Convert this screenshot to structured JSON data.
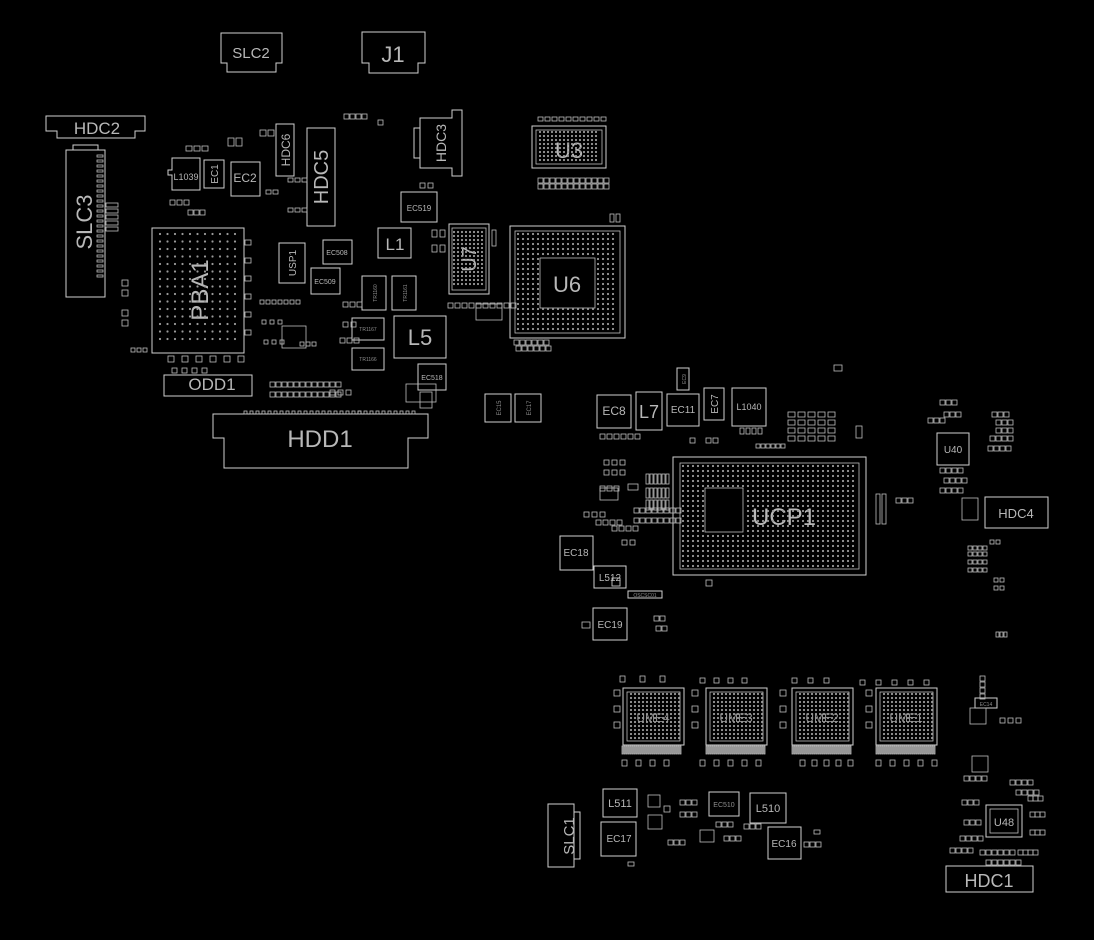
{
  "components": {
    "slc2": "SLC2",
    "j1": "J1",
    "hdc2": "HDC2",
    "slc3": "SLC3",
    "hdc6": "HDC6",
    "hdc5": "HDC5",
    "hdc3": "HDC3",
    "u3": "U3",
    "l1039": "L1039",
    "ec1": "EC1",
    "ec2": "EC2",
    "ec519": "EC519",
    "ec508": "EC508",
    "ec509": "EC509",
    "l1": "L1",
    "u7": "U7",
    "u6": "U6",
    "pba1": "PBA1",
    "usp1": "USP1",
    "l5": "L5",
    "odd1": "ODD1",
    "ec518": "EC518",
    "hdd1": "HDD1",
    "ec15": "EC15",
    "ec17a": "EC17",
    "ec8": "EC8",
    "l7": "L7",
    "ec11": "EC11",
    "ec7": "EC7",
    "l1040": "L1040",
    "ec9": "EC9",
    "u40": "U40",
    "hdc4": "HDC4",
    "ucp1": "UCP1",
    "ec18": "EC18",
    "l512": "L512",
    "ec19": "EC19",
    "ume4": "UME4",
    "ume3": "UME3",
    "ume2": "UME2",
    "ume1": "UME1",
    "l511": "L511",
    "ec510": "EC510",
    "l510": "L510",
    "slc1": "SLC1",
    "ec17": "EC17",
    "ec16": "EC16",
    "u48": "U48",
    "hdc1": "HDC1",
    "tr1": "TR1160",
    "tr2": "TR1161",
    "tr3": "TR1167",
    "tr4": "TR1166",
    "oscsc": "OSCSC01",
    "ec14": "EC14"
  }
}
